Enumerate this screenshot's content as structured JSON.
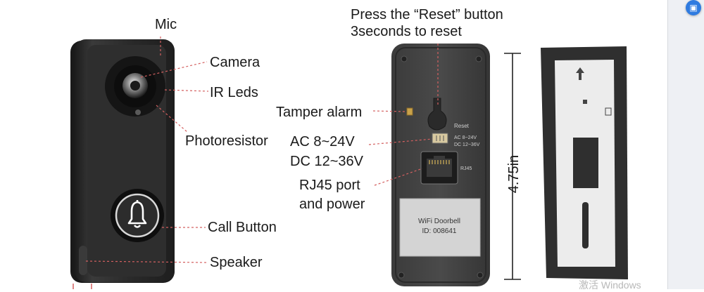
{
  "labels": {
    "reset_line1": "Press the “Reset” button",
    "reset_line2": "3seconds to reset",
    "mic": "Mic",
    "camera": "Camera",
    "ir_leds": "IR Leds",
    "photoresistor": "Photoresistor",
    "tamper_alarm": "Tamper alarm",
    "ac_power": "AC 8~24V",
    "dc_power": "DC 12~36V",
    "rj45_line1": "RJ45 port",
    "rj45_line2": "and power",
    "call_button": "Call Button",
    "speaker": "Speaker",
    "dimension": "4.75in"
  },
  "back_panel": {
    "reset_text": "Reset",
    "ac_small": "AC 8~24V",
    "dc_small": "DC 12~36V",
    "rj45_small": "RJ45",
    "sticker_line1": "WiFi Doorbell",
    "sticker_line2": "ID: 008641"
  },
  "watermark": "激活 Windows",
  "colors": {
    "device_body": "#2b2b2b",
    "leader_line": "#d46060",
    "accent_button": "#2f7be0"
  }
}
